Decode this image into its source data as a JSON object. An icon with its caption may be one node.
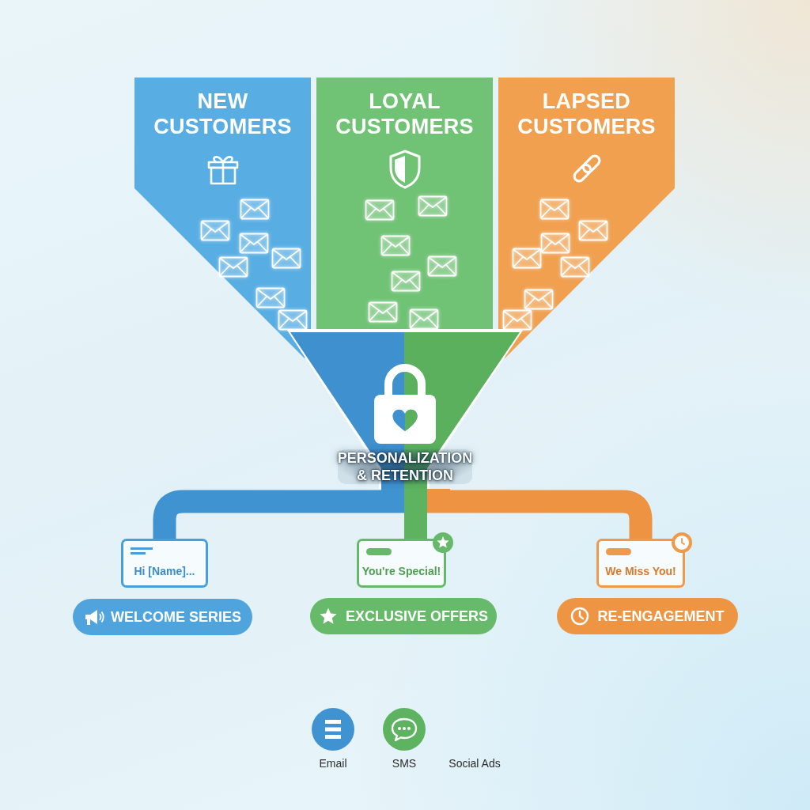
{
  "diagram": {
    "nodes": [
      {
        "text": [
          "NEW CUSTOMERS"
        ]
      },
      {
        "text": [
          "LOYAL CUSTOMERS"
        ]
      },
      {
        "text": [
          "LAPSED CUSTOMERS"
        ]
      },
      {
        "text": [
          "PERSONALIZATION & RETENTION"
        ]
      },
      {
        "text": [
          "Hi [Name]..."
        ]
      },
      {
        "text": [
          "WELCOME SERIES"
        ]
      },
      {
        "text": [
          "You're Special!"
        ]
      },
      {
        "text": [
          "EXCLUSIVE OFFERS"
        ]
      },
      {
        "text": [
          "We Miss You!"
        ]
      },
      {
        "text": [
          "RE-ENGAGEMENT"
        ]
      }
    ],
    "edges": [
      {
        "from": 3,
        "to": 4,
        "arrow": "none",
        "color": "#3f93d1"
      },
      {
        "from": 3,
        "to": 6,
        "arrow": "none",
        "color": "#5db360"
      },
      {
        "from": 3,
        "to": 8,
        "arrow": "none",
        "color": "#ee9341"
      }
    ],
    "labels": [
      "Email",
      "SMS",
      "Social Ads"
    ]
  }
}
